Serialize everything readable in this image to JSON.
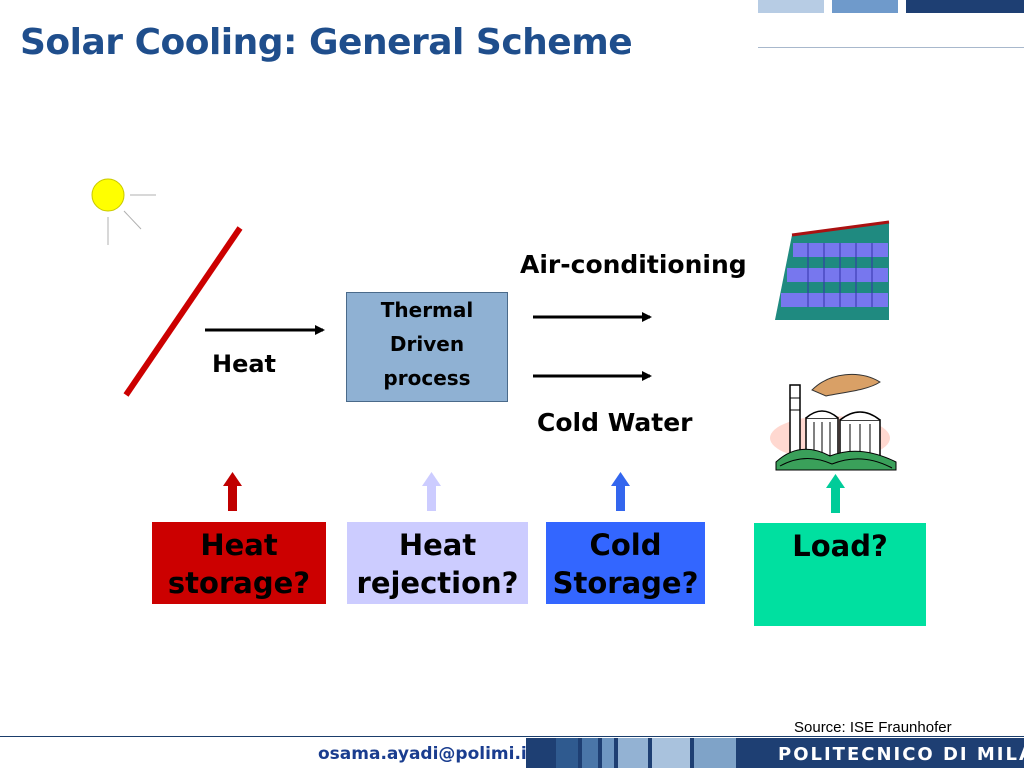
{
  "title": "Solar Cooling: General Scheme",
  "labels": {
    "heat": "Heat",
    "air_conditioning": "Air-conditioning",
    "cold_water": "Cold Water"
  },
  "process_box": {
    "lines": [
      "Thermal",
      "Driven",
      "process"
    ]
  },
  "cards": [
    {
      "id": "heat-storage",
      "lines": [
        "Heat",
        "storage?"
      ],
      "bg": "#cc0000",
      "text_color": "#000000",
      "arrow_color": "#c00000"
    },
    {
      "id": "heat-rejection",
      "lines": [
        "Heat",
        "rejection?"
      ],
      "bg": "#ccccff",
      "text_color": "#000000",
      "arrow_color": "#ccccff"
    },
    {
      "id": "cold-storage",
      "lines": [
        "Cold",
        "Storage?"
      ],
      "bg": "#3366ff",
      "text_color": "#000000",
      "arrow_color": "#3366ee"
    },
    {
      "id": "load",
      "lines": [
        "Load?"
      ],
      "bg": "#00e0a0",
      "text_color": "#000000",
      "arrow_color": "#00cc99"
    }
  ],
  "icons": [
    "sun-icon",
    "solar-collector-icon",
    "office-building-icon",
    "factory-icon"
  ],
  "source": "Source: ISE Fraunhofer",
  "footer": {
    "email": "osama.ayadi@polimi.it",
    "institution": "POLITECNICO DI MILANO"
  },
  "colors": {
    "title": "#1f4e8c",
    "process_box": "#8fb1d3",
    "collector": "#cc0000",
    "footer_band": "#1e3f73"
  }
}
